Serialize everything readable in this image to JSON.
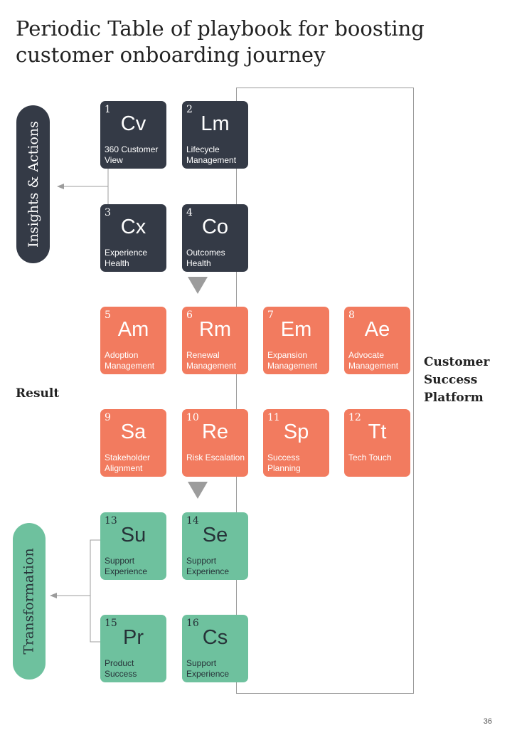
{
  "title": "Periodic Table of playbook for boosting customer onboarding journey",
  "left_labels": {
    "insights": "Insights & Actions",
    "result": "Result",
    "transformation": "Transformation"
  },
  "platform_label": "Customer Success Platform",
  "tiles": [
    {
      "number": "1",
      "symbol": "Cv",
      "name": "360 Customer View",
      "group": "dark"
    },
    {
      "number": "2",
      "symbol": "Lm",
      "name": "Lifecycle Management",
      "group": "dark"
    },
    {
      "number": "3",
      "symbol": "Cx",
      "name": "Experience Health",
      "group": "dark"
    },
    {
      "number": "4",
      "symbol": "Co",
      "name": "Outcomes Health",
      "group": "dark"
    },
    {
      "number": "5",
      "symbol": "Am",
      "name": "Adoption Management",
      "group": "orange"
    },
    {
      "number": "6",
      "symbol": "Rm",
      "name": "Renewal Management",
      "group": "orange"
    },
    {
      "number": "7",
      "symbol": "Em",
      "name": "Expansion Management",
      "group": "orange"
    },
    {
      "number": "8",
      "symbol": "Ae",
      "name": "Advocate Management",
      "group": "orange"
    },
    {
      "number": "9",
      "symbol": "Sa",
      "name": "Stakeholder Alignment",
      "group": "orange"
    },
    {
      "number": "10",
      "symbol": "Re",
      "name": "Risk Escalation",
      "group": "orange"
    },
    {
      "number": "11",
      "symbol": "Sp",
      "name": "Success Planning",
      "group": "orange"
    },
    {
      "number": "12",
      "symbol": "Tt",
      "name": "Tech Touch",
      "group": "orange"
    },
    {
      "number": "13",
      "symbol": "Su",
      "name": "Support Experience",
      "group": "green"
    },
    {
      "number": "14",
      "symbol": "Se",
      "name": "Support Experience",
      "group": "green"
    },
    {
      "number": "15",
      "symbol": "Pr",
      "name": "Product Success",
      "group": "green"
    },
    {
      "number": "16",
      "symbol": "Cs",
      "name": "Support Experience",
      "group": "green"
    }
  ],
  "colors": {
    "dark": "#343a46",
    "orange": "#f27b5f",
    "green": "#6ec19e",
    "connector": "#9c9c9c"
  },
  "page_number": "36"
}
